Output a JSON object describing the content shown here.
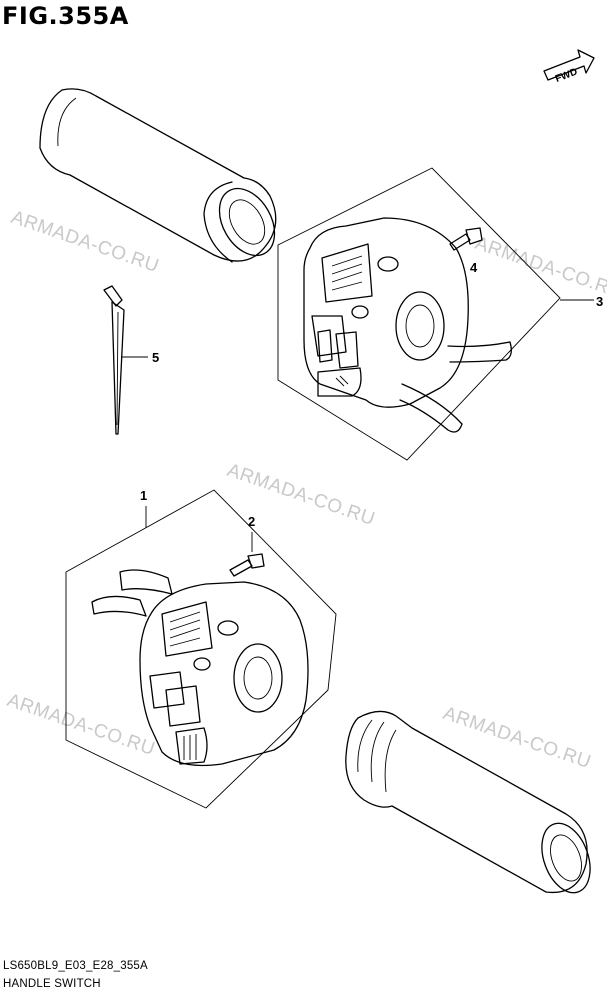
{
  "figure": {
    "title": "FIG.355A"
  },
  "footer": {
    "code": "LS650BL9_E03_E28_355A",
    "name": "HANDLE SWITCH"
  },
  "watermarks": [
    "ARMADA-CO.RU",
    "ARMADA-CO.RU",
    "ARMADA-CO.RU",
    "ARMADA-CO.RU",
    "ARMADA-CO.RU"
  ],
  "direction": {
    "label": "FWD"
  },
  "callouts": [
    "1",
    "2",
    "3",
    "4",
    "5"
  ],
  "colors": {
    "line": "#000000",
    "watermark": "#c9c9c9",
    "background": "#ffffff"
  }
}
